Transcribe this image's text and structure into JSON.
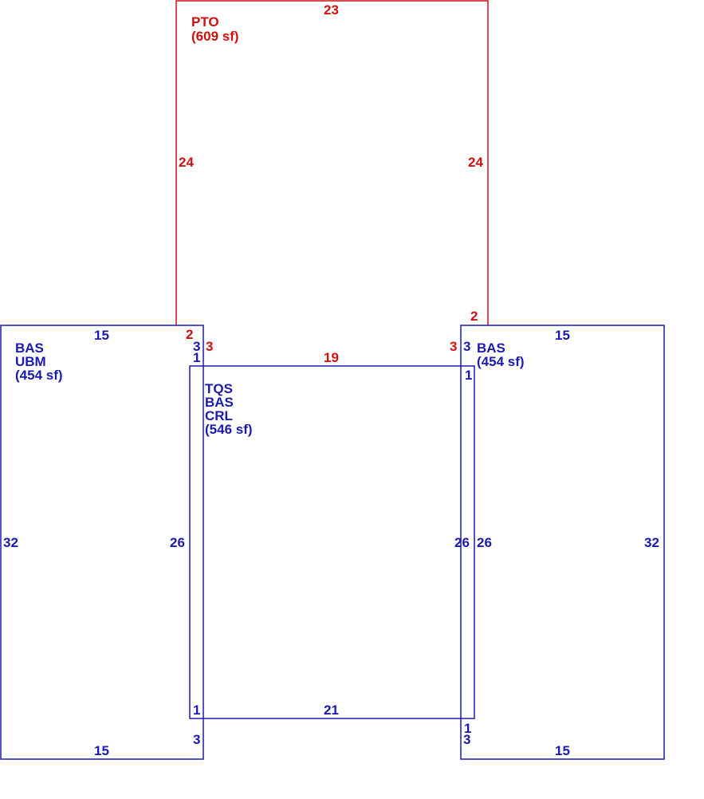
{
  "colors": {
    "living_area": "#1a1ab0",
    "porch_area": "#d01010",
    "background": "#ffffff"
  },
  "areas": {
    "pto": {
      "code": "PTO",
      "area": "(609 sf)"
    },
    "bas_left": {
      "code1": "BAS",
      "code2": "UBM",
      "area": "(454 sf)"
    },
    "center": {
      "code1": "TQS",
      "code2": "BAS",
      "code3": "CRL",
      "area": "(546 sf)"
    },
    "bas_right": {
      "code1": "BAS",
      "area": "(454 sf)"
    }
  },
  "dimensions": {
    "pto_top": "23",
    "pto_left": "24",
    "pto_right": "24",
    "pto_left_step": "2",
    "pto_right_step": "2",
    "pto_left_inset": "3",
    "pto_right_inset": "3",
    "pto_bottom": "19",
    "left_top": "15",
    "left_side": "32",
    "left_inner": "26",
    "left_bottom": "15",
    "left_notch_top_a": "3",
    "left_notch_top_b": "1",
    "left_notch_bottom_a": "1",
    "left_notch_bottom_b": "3",
    "center_bottom": "21",
    "center_right": "26",
    "center_corner": "1",
    "right_top": "15",
    "right_inner": "26",
    "right_side": "32",
    "right_bottom": "15",
    "right_notch_top": "3",
    "right_notch_bottom_a": "1",
    "right_notch_bottom_b": "3"
  }
}
